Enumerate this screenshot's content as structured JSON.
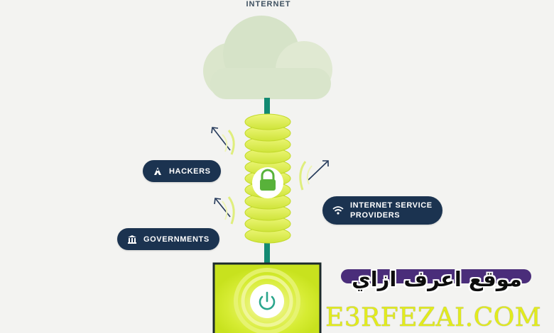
{
  "diagram": {
    "internet_label": "INTERNET",
    "threats": [
      {
        "label": "HACKERS",
        "icon": "hacker-icon"
      },
      {
        "label": "GOVERNMENTS",
        "icon": "government-building-icon"
      },
      {
        "label": "INTERNET SERVICE\nPROVIDERS",
        "icon": "wifi-icon"
      }
    ],
    "tunnel_icon": "lock-icon",
    "device_icon": "power-icon"
  },
  "watermark": {
    "arabic": "موقع اعرف ازاي",
    "domain": "E3RFEZAI.COM"
  },
  "colors": {
    "pill_bg": "#1b3350",
    "tunnel": "#d8ee4a",
    "line": "#138a72",
    "device": "#cfe92a",
    "watermark_en": "#e2ec1c",
    "watermark_bar": "#4a2d7a"
  }
}
